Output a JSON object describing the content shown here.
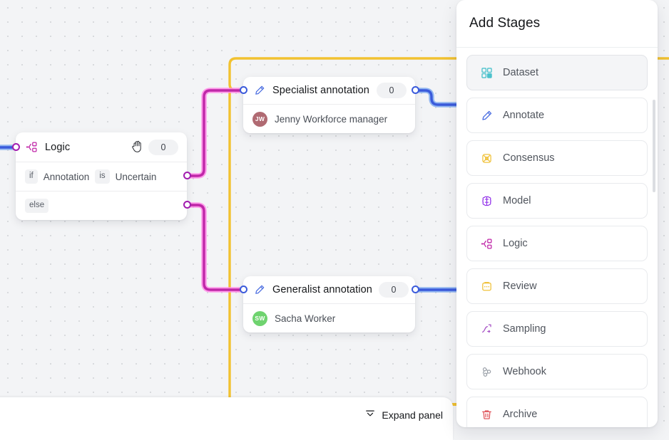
{
  "canvas": {
    "nodes": [
      {
        "id": "logic",
        "type": "logic",
        "title": "Logic",
        "icon": "logic-branch-icon",
        "badge": "0",
        "cursor_icon": "grab-hand-cursor",
        "conditions": [
          {
            "keyword": "if",
            "field": "Annotation",
            "operator": "is",
            "value": "Uncertain"
          },
          {
            "keyword": "else",
            "field": "",
            "operator": "",
            "value": ""
          }
        ]
      },
      {
        "id": "specialist-annotation",
        "type": "annotate",
        "title": "Specialist annotation",
        "icon": "pencil-icon",
        "badge": "0",
        "assignee": {
          "initials": "JW",
          "name": "Jenny Workforce manager",
          "color": "#b06a72"
        }
      },
      {
        "id": "generalist-annotation",
        "type": "annotate",
        "title": "Generalist annotation",
        "icon": "pencil-icon",
        "badge": "0",
        "assignee": {
          "initials": "SW",
          "name": "Sacha Worker",
          "color": "#6fd36f"
        }
      }
    ],
    "edge_colors": {
      "yellow": "#f2c230",
      "magenta": "#bf28a8",
      "magenta_glow": "#ff8ae8",
      "blue": "#3b5bdb",
      "blue_glow": "#7ba7f0"
    }
  },
  "bottom_panel": {
    "expand_label": "Expand panel",
    "expand_icon": "collapse-chevron-icon"
  },
  "stage_panel": {
    "title": "Add Stages",
    "items": [
      {
        "label": "Dataset",
        "icon": "dataset-grid-icon",
        "color": "#4cc2cc",
        "selected": true
      },
      {
        "label": "Annotate",
        "icon": "pencil-icon",
        "color": "#4a6de0",
        "selected": false
      },
      {
        "label": "Consensus",
        "icon": "consensus-atom-icon",
        "color": "#f0c23c",
        "selected": false
      },
      {
        "label": "Model",
        "icon": "model-brain-icon",
        "color": "#9333ea",
        "selected": false
      },
      {
        "label": "Logic",
        "icon": "logic-branch-icon",
        "color": "#c026a8",
        "selected": false
      },
      {
        "label": "Review",
        "icon": "review-clipboard-icon",
        "color": "#f0c23c",
        "selected": false
      },
      {
        "label": "Sampling",
        "icon": "sampling-arrow-icon",
        "color": "#a855c7",
        "selected": false
      },
      {
        "label": "Webhook",
        "icon": "webhook-icon",
        "color": "#9aa0a8",
        "selected": false
      },
      {
        "label": "Archive",
        "icon": "archive-trash-icon",
        "color": "#e0555b",
        "selected": false
      }
    ]
  }
}
